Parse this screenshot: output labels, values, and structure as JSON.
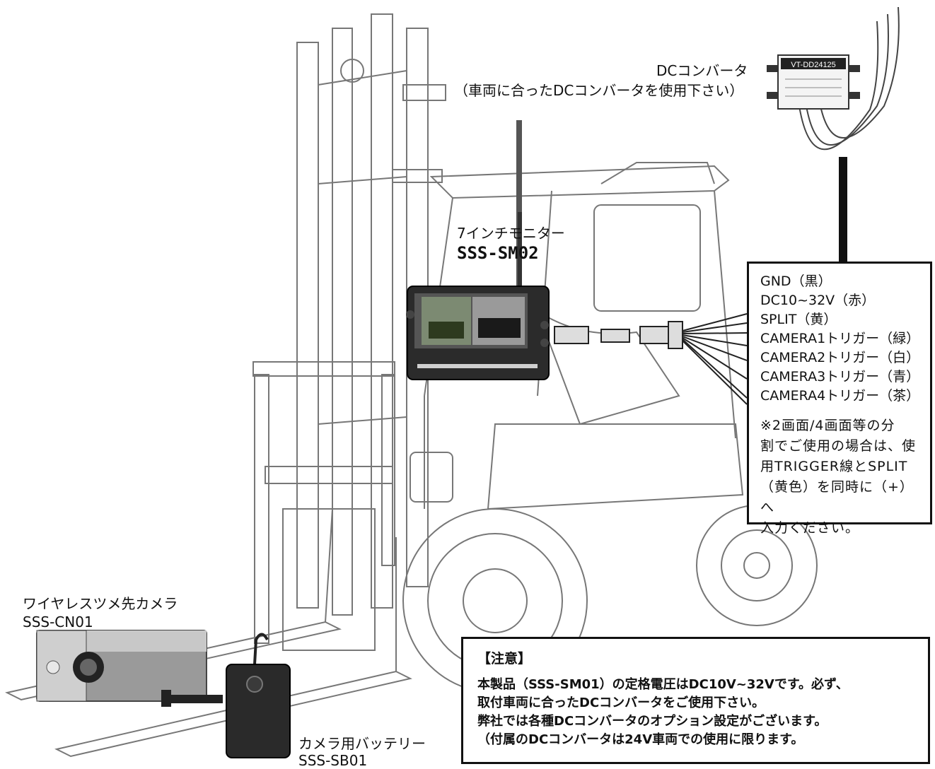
{
  "dc_converter": {
    "name": "DCコンバータ",
    "note": "（車両に合ったDCコンバータを使用下さい）",
    "device_label": "VT-DD24125"
  },
  "monitor": {
    "size_label": "7インチモニター",
    "model": "SSS-SM02"
  },
  "wiring": {
    "wires": [
      "GND（黒）",
      "DC10~32V（赤）",
      "SPLIT（黄）",
      "CAMERA1トリガー（緑）",
      "CAMERA2トリガー（白）",
      "CAMERA3トリガー（青）",
      "CAMERA4トリガー（茶）"
    ],
    "note_lines": [
      "※2画面/4画面等の分",
      "割でご使用の場合は、使",
      "用TRIGGER線とSPLIT",
      "（黄色）を同時に（+）へ",
      "入力ください。"
    ]
  },
  "camera": {
    "name": "ワイヤレスツメ先カメラ",
    "model": "SSS-CN01"
  },
  "battery": {
    "name": "カメラ用バッテリー",
    "model": "SSS-SB01"
  },
  "notice": {
    "title": "【注意】",
    "lines": [
      "本製品（SSS-SM01）の定格電圧はDC10V~32Vです。必ず、",
      "取付車両に合ったDCコンバータをご使用下さい。",
      "弊社では各種DCコンバータのオプション設定がございます。",
      "（付属のDCコンバータは24V車両での使用に限ります。"
    ]
  }
}
